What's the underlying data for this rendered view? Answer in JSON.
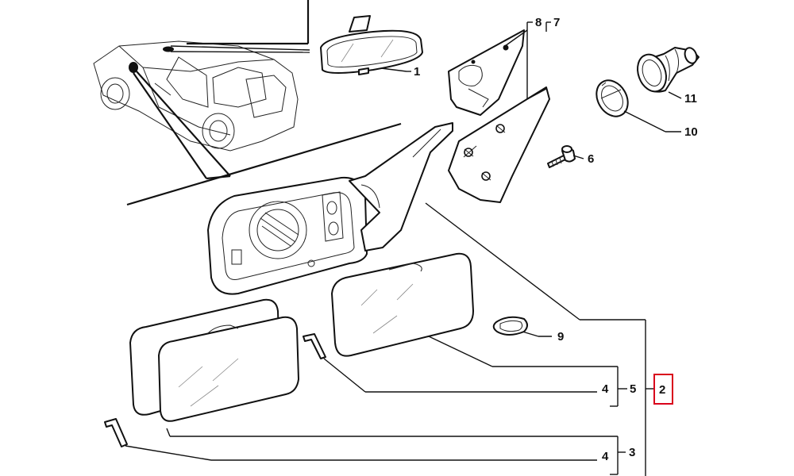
{
  "diagram": {
    "highlight_color": "#d9001b",
    "callouts": {
      "c1": "1",
      "c2": "2",
      "c3": "3",
      "c4a": "4",
      "c4b": "4",
      "c5": "5",
      "c6": "6",
      "c7": "7",
      "c8": "8",
      "c9": "9",
      "c10": "10",
      "c11": "11"
    }
  }
}
